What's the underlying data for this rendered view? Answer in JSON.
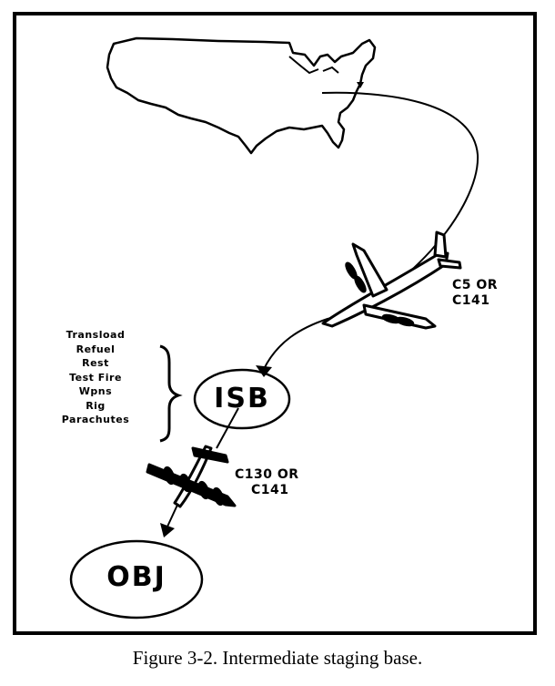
{
  "diagram": {
    "aircraft_1_label": {
      "line1": "C5 OR",
      "line2": "C141"
    },
    "aircraft_2_label": {
      "line1": "C130 OR",
      "line2": "C141"
    },
    "isb_tasks": [
      "Transload",
      "Refuel",
      "Rest",
      "Test Fire",
      "Wpns",
      "Rig",
      "Parachutes"
    ],
    "isb_label": "ISB",
    "obj_label": "OBJ",
    "icons": [
      "us-map-outline",
      "large-jet-aircraft-icon",
      "prop-aircraft-icon",
      "bracket-icon"
    ]
  },
  "caption": "Figure 3-2. Intermediate staging base."
}
